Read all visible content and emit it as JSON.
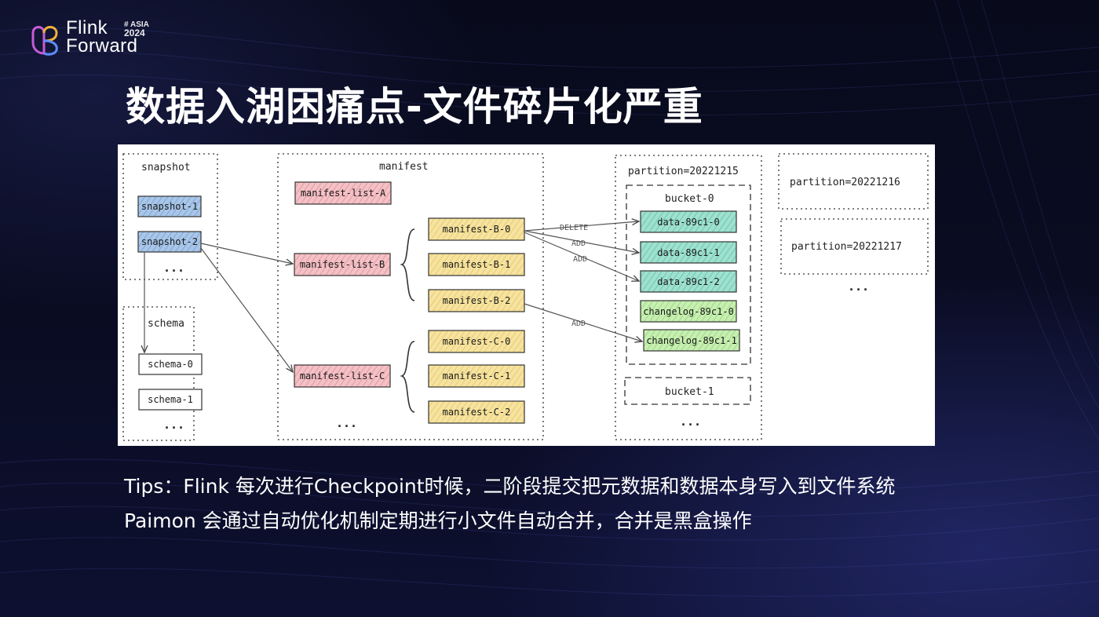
{
  "logo": {
    "line1": "Flink",
    "line2": "Forward",
    "badge_line1": "# ASIA",
    "badge_line2": "2024"
  },
  "title": "数据入湖困痛点-文件碎片化严重",
  "diagram": {
    "snapshot": {
      "label": "snapshot",
      "items": [
        "snapshot-1",
        "snapshot-2"
      ],
      "more": "..."
    },
    "schema": {
      "label": "schema",
      "items": [
        "schema-0",
        "schema-1"
      ],
      "more": "..."
    },
    "manifest": {
      "label": "manifest",
      "lists": [
        "manifest-list-A",
        "manifest-list-B",
        "manifest-list-C"
      ],
      "group_b": [
        "manifest-B-0",
        "manifest-B-1",
        "manifest-B-2"
      ],
      "group_c": [
        "manifest-C-0",
        "manifest-C-1",
        "manifest-C-2"
      ],
      "more": "..."
    },
    "partition_1215": {
      "label": "partition=20221215",
      "bucket0_label": "bucket-0",
      "files": [
        "data-89c1-0",
        "data-89c1-1",
        "data-89c1-2",
        "changelog-89c1-0",
        "changelog-89c1-1"
      ],
      "bucket1_label": "bucket-1",
      "more": "..."
    },
    "partition_1216": "partition=20221216",
    "partition_1217": "partition=20221217",
    "partitions_more": "...",
    "edges": [
      "DELETE",
      "ADD",
      "ADD",
      "ADD"
    ]
  },
  "tips": {
    "line1": "Tips：Flink 每次进行Checkpoint时候，二阶段提交把元数据和数据本身写入到文件系统",
    "line2": "Paimon 会通过自动优化机制定期进行小文件自动合并，合并是黑盒操作"
  },
  "colors": {
    "background": "#0a0c22",
    "snapshot_fill": "#a9c6e8",
    "list_fill": "#f3c1c6",
    "manifest_fill": "#f6e3a1",
    "data_fill": "#9fe0cf",
    "changelog_fill": "#c7efb2"
  }
}
